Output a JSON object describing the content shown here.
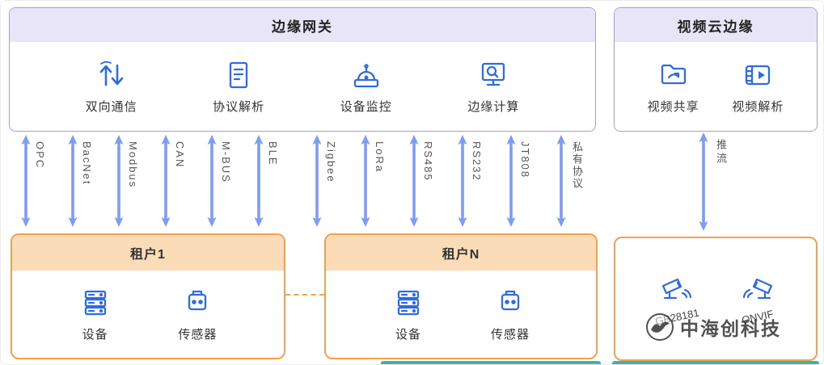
{
  "edge_gateway": {
    "title": "边缘网关",
    "features": [
      {
        "label": "双向通信",
        "icon": "bidirectional-arrows-icon"
      },
      {
        "label": "协议解析",
        "icon": "protocol-document-icon"
      },
      {
        "label": "设备监控",
        "icon": "device-monitor-icon"
      },
      {
        "label": "边缘计算",
        "icon": "edge-computing-icon"
      }
    ]
  },
  "video_cloud_edge": {
    "title": "视频云边缘",
    "features": [
      {
        "label": "视频共享",
        "icon": "video-share-icon"
      },
      {
        "label": "视频解析",
        "icon": "video-parse-icon"
      }
    ]
  },
  "protocols": [
    "OPC",
    "BacNet",
    "Modbus",
    "CAN",
    "M-BUS",
    "BLE",
    "Zigbee",
    "LoRa",
    "RS485",
    "RS232",
    "JT808",
    "私有协议"
  ],
  "stream_label": "推流",
  "tenants": [
    {
      "title": "租户1",
      "items": [
        {
          "label": "设备",
          "icon": "server-icon"
        },
        {
          "label": "传感器",
          "icon": "sensor-icon"
        }
      ]
    },
    {
      "title": "租户N",
      "items": [
        {
          "label": "设备",
          "icon": "server-icon"
        },
        {
          "label": "传感器",
          "icon": "sensor-icon"
        }
      ]
    }
  ],
  "video_devices": {
    "items": [
      {
        "label": "GB28181",
        "icon": "cctv-camera-icon"
      },
      {
        "label": "ONVIF",
        "icon": "cctv-camera-icon"
      }
    ]
  },
  "watermark": {
    "text": "中海创科技",
    "icon": "bird-logo-icon"
  },
  "colors": {
    "purple_border": "#a89bdf",
    "purple_header_bg": "#e9e5f9",
    "orange_border": "#f6a04c",
    "orange_header_bg": "#fbdcb8",
    "icon_blue": "#2f6ce0",
    "arrow_blue": "#7f9bf3",
    "teal_strip": "#3ab5ad"
  }
}
